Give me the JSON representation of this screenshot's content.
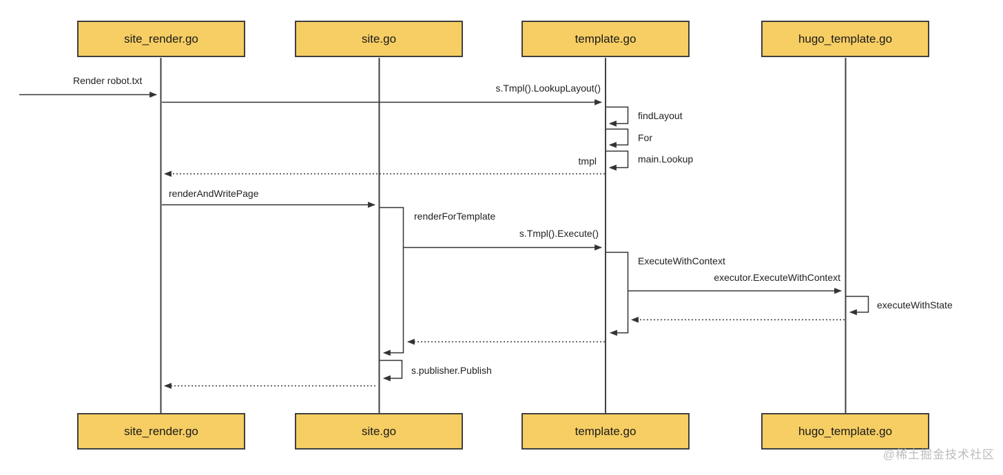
{
  "diagram": {
    "type": "uml-sequence-diagram",
    "actors": [
      {
        "id": "site_render",
        "name": "site_render.go"
      },
      {
        "id": "site",
        "name": "site.go"
      },
      {
        "id": "template",
        "name": "template.go"
      },
      {
        "id": "hugo_template",
        "name": "hugo_template.go"
      }
    ],
    "messages": {
      "render_robot": "Render robot.txt",
      "lookup_layout": "s.Tmpl().LookupLayout()",
      "find_layout": "findLayout",
      "for_loop": "For",
      "main_lookup": "main.Lookup",
      "tmpl_return": "tmpl",
      "render_and_write_page": "renderAndWritePage",
      "render_for_template": "renderForTemplate",
      "tmpl_execute": "s.Tmpl().Execute()",
      "execute_with_context": "ExecuteWithContext",
      "executor_execute_with_context": "executor.ExecuteWithContext",
      "execute_with_state": "executeWithState",
      "publisher_publish": "s.publisher.Publish"
    },
    "colors": {
      "actor_fill": "#F6CE63",
      "actor_border": "#3F3F3F",
      "line": "#333333",
      "text": "#1F1F1F",
      "watermark": "#BCBCBC"
    },
    "watermark": "@稀土掘金技术社区"
  }
}
